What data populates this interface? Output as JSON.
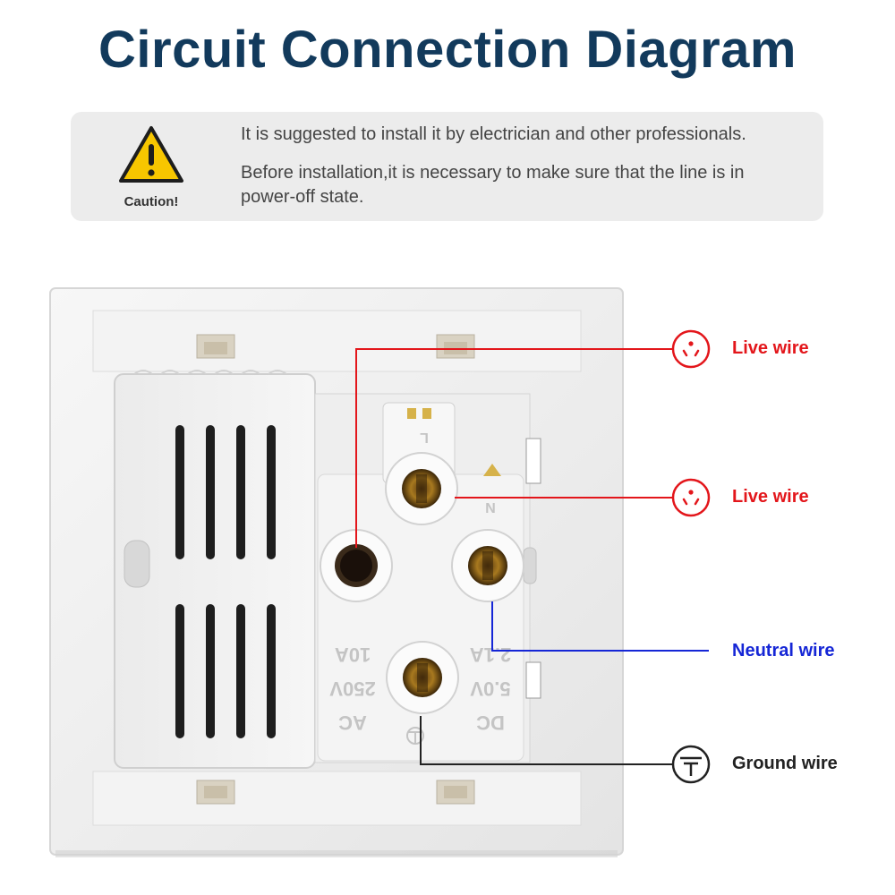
{
  "title": "Circuit Connection Diagram",
  "caution": {
    "label": "Caution!",
    "icon": "warning-triangle-icon",
    "lines": [
      "It is suggested to install it by electrician and other professionals.",
      "Before installation,it is necessary to make sure that the line is in power-off state."
    ]
  },
  "socket": {
    "markings": {
      "left_rating": "10A",
      "left_voltage": "250V",
      "left_type": "AC",
      "right_rating": "2.1A",
      "right_voltage": "5.0V",
      "right_type": "DC",
      "terminal_l": "L",
      "terminal_n": "N"
    }
  },
  "wires": [
    {
      "label": "Live wire",
      "color": "#e3161b",
      "icon": "plug-icon"
    },
    {
      "label": "Live wire",
      "color": "#e3161b",
      "icon": "plug-icon"
    },
    {
      "label": "Neutral wire",
      "color": "#1526d6",
      "icon": ""
    },
    {
      "label": "Ground wire",
      "color": "#222222",
      "icon": "ground-icon"
    }
  ],
  "colors": {
    "title": "#123a5c",
    "caution_bg": "#ececec",
    "warning_yellow": "#f7c600"
  }
}
